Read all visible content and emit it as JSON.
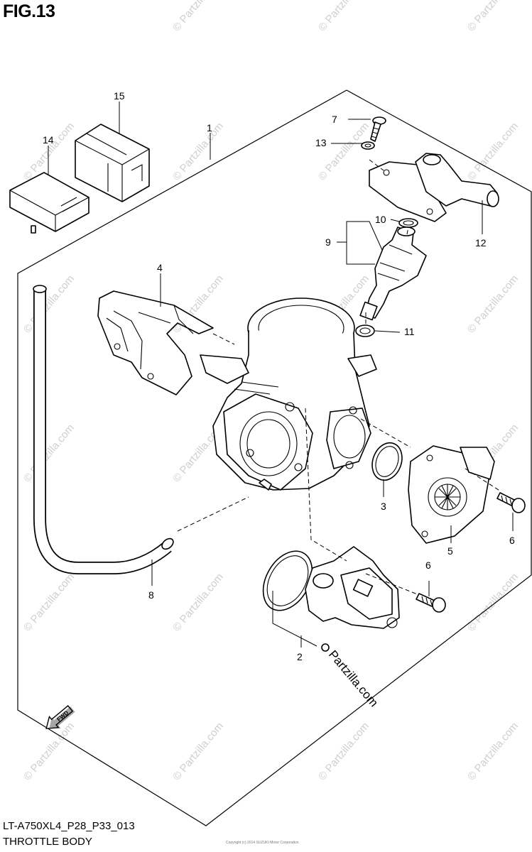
{
  "figure": {
    "title": "FIG.13"
  },
  "footer": {
    "code": "LT-A750XL4_P28_P33_013",
    "title": "THROTTLE BODY",
    "copyright": "Copyright (c) 2014 SUZUKI Motor Corporation"
  },
  "watermark": {
    "text": "© Partzilla.com",
    "main_text": "Partzilla.com"
  },
  "fwd_arrow": {
    "label": "FWD"
  },
  "callouts": [
    "1",
    "2",
    "3",
    "4",
    "5",
    "6",
    "6",
    "7",
    "8",
    "9",
    "10",
    "11",
    "12",
    "13",
    "14",
    "15"
  ]
}
